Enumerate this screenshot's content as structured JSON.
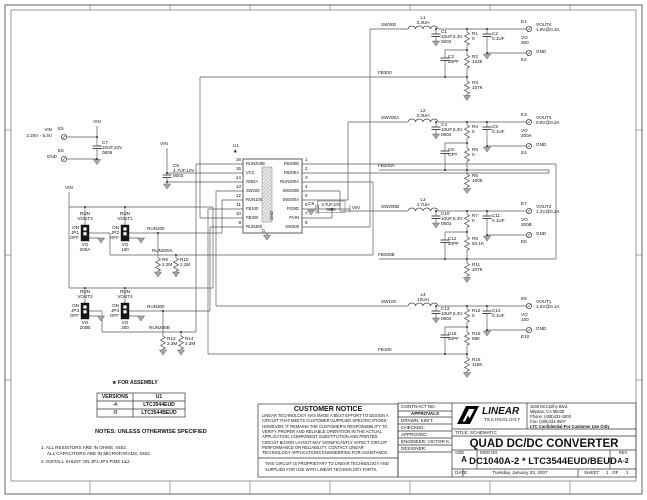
{
  "vin_input": {
    "label": "VIN",
    "range": "2.25V - 5.5V",
    "e5": "E5",
    "gnd": "GND",
    "e6": "E6",
    "net": "VIN",
    "c7_ref": "C7",
    "c7_v1": "10UF,10V",
    "c7_v2": "0805"
  },
  "vin2_flag": "VIN",
  "c8": {
    "ref": "C8",
    "v1": "4.7UF,10V",
    "v2": "0603",
    "flag": "VIN"
  },
  "c9": {
    "ref": "C9",
    "v1": "4.7UF,10V",
    "v2": "0603",
    "flag": "VIN"
  },
  "ic": {
    "ref": "U1",
    "star": "★",
    "pad": "GND",
    "pad_pin": "17",
    "left_pins": [
      {
        "num": "16",
        "name": "RUN200B"
      },
      {
        "num": "15",
        "name": "VCC"
      },
      {
        "num": "14",
        "name": "GNDA"
      },
      {
        "num": "13",
        "name": "SW100"
      },
      {
        "num": "12",
        "name": "RUN100"
      },
      {
        "num": "11",
        "name": "FB100"
      },
      {
        "num": "10",
        "name": "FB300"
      },
      {
        "num": "9",
        "name": "RUN300"
      }
    ],
    "right_pins": [
      {
        "num": "1",
        "name": "FB200B"
      },
      {
        "num": "2",
        "name": "FB200A"
      },
      {
        "num": "3",
        "name": "RUN200A"
      },
      {
        "num": "4",
        "name": "SW200B"
      },
      {
        "num": "5",
        "name": "SW200A"
      },
      {
        "num": "6",
        "name": "PGND"
      },
      {
        "num": "7",
        "name": "PVIN"
      },
      {
        "num": "8",
        "name": "SW300"
      }
    ]
  },
  "jumpers": [
    {
      "run": "RUN",
      "vout": "VOUT3",
      "on": "ON",
      "ref": "JP1",
      "off": "OFF",
      "vo": "VO",
      "net": "200A"
    },
    {
      "run": "RUN",
      "vout": "VOUT1",
      "on": "ON",
      "ref": "JP2",
      "off": "OFF",
      "vo": "VO",
      "net": "100"
    },
    {
      "run": "RUN",
      "vout": "VOUT2",
      "on": "ON",
      "ref": "JP3",
      "off": "OFF",
      "vo": "VO",
      "net": "200B"
    },
    {
      "run": "RUN",
      "vout": "VOUT4",
      "on": "ON",
      "ref": "JP4",
      "off": "OFF",
      "vo": "VO",
      "net": "300"
    }
  ],
  "run_nets": {
    "run100": "RUN100",
    "run200a": "RUN200A",
    "run300": "RUN300",
    "run200b": "RUN200B"
  },
  "pulldowns": [
    {
      "ref": "R9",
      "val": "2.2M"
    },
    {
      "ref": "R10",
      "val": "2.2M"
    },
    {
      "ref": "R13",
      "val": "2.2M"
    },
    {
      "ref": "R14",
      "val": "2.2M"
    }
  ],
  "sections": [
    {
      "sw": "SW300",
      "l_ref": "L1",
      "l_val": "3.3UH",
      "cin_ref": "C1",
      "cin_v1": "10UF,6.3V",
      "cin_v2": "0603",
      "rs_ref": "R1",
      "rs_val": "0",
      "cout_ref": "C2",
      "cout_val": "0.1UF",
      "cff_ref": "C3",
      "cff_val": "20PF",
      "rt_ref": "R2",
      "rt_val": "133K",
      "fb": "FB300",
      "rb_ref": "R3",
      "rb_val": "107K",
      "e_out": "E1",
      "vout": "VOUT4",
      "spec": "1.8V@0.3A",
      "vo": "VO",
      "vo_net": "300",
      "gnd": "GND",
      "e_gnd": "E2"
    },
    {
      "sw": "SW200A",
      "l_ref": "L2",
      "l_val": "3.3UH",
      "cin_ref": "C4",
      "cin_v1": "10UF,6.3V",
      "cin_v2": "0603",
      "rs_ref": "R4",
      "rs_val": "0",
      "cout_ref": "C5",
      "cout_val": "0.1UF",
      "cff_ref": "C6",
      "cff_val": "OPT",
      "rt_ref": "R5",
      "rt_val": "0",
      "fb": "FB200A",
      "rb_ref": "R6",
      "rb_val": "100K",
      "e_out": "E3",
      "vout": "VOUT3",
      "spec": "0.8V@0.2A",
      "vo": "VO",
      "vo_net": "200A",
      "gnd": "GND",
      "e_gnd": "E4"
    },
    {
      "sw": "SW200B",
      "l_ref": "L3",
      "l_val": "4.7UH",
      "cin_ref": "C10",
      "cin_v1": "10UF,6.3V",
      "cin_v2": "0603",
      "rs_ref": "R7",
      "rs_val": "0",
      "cout_ref": "C11",
      "cout_val": "0.1UF",
      "cff_ref": "C12",
      "cff_val": "20PF",
      "rt_ref": "R8",
      "rt_val": "93.1K",
      "fb": "FB200B",
      "rb_ref": "R11",
      "rb_val": "107K",
      "e_out": "E7",
      "vout": "VOUT2",
      "spec": "1.2V@0.2A",
      "vo": "VO",
      "vo_net": "200B",
      "gnd": "GND",
      "e_gnd": "E8"
    },
    {
      "sw": "SW100",
      "l_ref": "L4",
      "l_val": "10UH",
      "cin_ref": "C13",
      "cin_v1": "10UF,6.3V",
      "cin_v2": "0603",
      "rs_ref": "R12",
      "rs_val": "0",
      "cout_ref": "C14",
      "cout_val": "0.1UF",
      "cff_ref": "C15",
      "cff_val": "20PF",
      "rt_ref": "R15",
      "rt_val": "59K",
      "fb": "FB100",
      "rb_ref": "R16",
      "rb_val": "118K",
      "e_out": "E9",
      "vout": "VOUT1",
      "spec": "1.2V@0.1A",
      "vo": "VO",
      "vo_net": "100",
      "gnd": "GND",
      "e_gnd": "E10"
    }
  ],
  "assembly": {
    "star_note": "★ FOR ASSEMBLY",
    "table": {
      "h1": "VERSIONS",
      "h2": "U1",
      "rows": [
        [
          "-A",
          "LTC3544EUD"
        ],
        [
          "-B",
          "LTC3544BEUD"
        ]
      ]
    }
  },
  "notes": {
    "heading": "NOTES:  UNLESS OTHERWISE SPECIFIED",
    "n1a": "1.  ALL RESISTORS ARE IN OHMS, 0402.",
    "n1b": "ALL CAPACITORS ARE IN MICROFARADS, 0402.",
    "n2": "2.  INSTALL SHUNT ON JP1-JP4 PINS 1&2."
  },
  "notice": {
    "heading": "CUSTOMER NOTICE",
    "lines": [
      "LINEAR TECHNOLOGY HAS MADE A BEST EFFORT TO DESIGN A",
      "CIRCUIT THAT MEETS CUSTOMER-SUPPLIED SPECIFICATIONS;",
      "HOWEVER, IT REMAINS THE CUSTOMER'S RESPONSIBILITY TO",
      "VERIFY PROPER AND RELIABLE OPERATION IN THE ACTUAL",
      "APPLICATION. COMPONENT SUBSTITUTION AND PRINTED",
      "CIRCUIT BOARD LAYOUT MAY SIGNIFICANTLY AFFECT CIRCUIT",
      "PERFORMANCE OR RELIABILITY.  CONTACT LINEAR",
      "TECHNOLOGY APPLICATIONS ENGINEERING FOR ASSISTANCE."
    ],
    "footer1": "THIS CIRCUIT IS PROPRIETARY TO LINEAR TECHNOLOGY AND",
    "footer2": "SUPPLIED FOR USE WITH LINEAR TECHNOLOGY PARTS."
  },
  "tb": {
    "contract": "CONTRACT NO.",
    "approvals": "APPROVALS",
    "drawn": "DRAWN:  KIM T.",
    "checked": "CHECKED:",
    "approved": "APPROVED:",
    "engineer": "ENGINEER: VICTOR K.",
    "designer": "DESIGNER:",
    "logo1": "LINEAR",
    "logo2": "TECHNOLOGY",
    "addr1": "1630 McCarthy Blvd.",
    "addr2": "Milpitas, CA 95035",
    "addr3": "Phone: (408)432-1900",
    "addr4": "Fax: (408)434-0507",
    "conf": "LTC Confidential-For Customer Use Only",
    "title_label": "TITLE:  SCHEMATIC",
    "title": "QUAD DC/DC CONVERTER",
    "size_label": "SIZE",
    "size": "A",
    "dwg_label": "DWG NO.",
    "dwg": "DC1040A-2 * LTC3544EUD/BEUD",
    "rev_label": "REV",
    "rev": "A-2",
    "date_label": "DATE:",
    "date": "Tuesday, January 23, 2007",
    "sheet": "SHEET",
    "sheet_no": "1",
    "of": "OF",
    "of_no": "1"
  },
  "colors": {
    "wire": "#5a5a5a",
    "text": "#141414",
    "frame": "#333333",
    "logo": "#000000"
  }
}
